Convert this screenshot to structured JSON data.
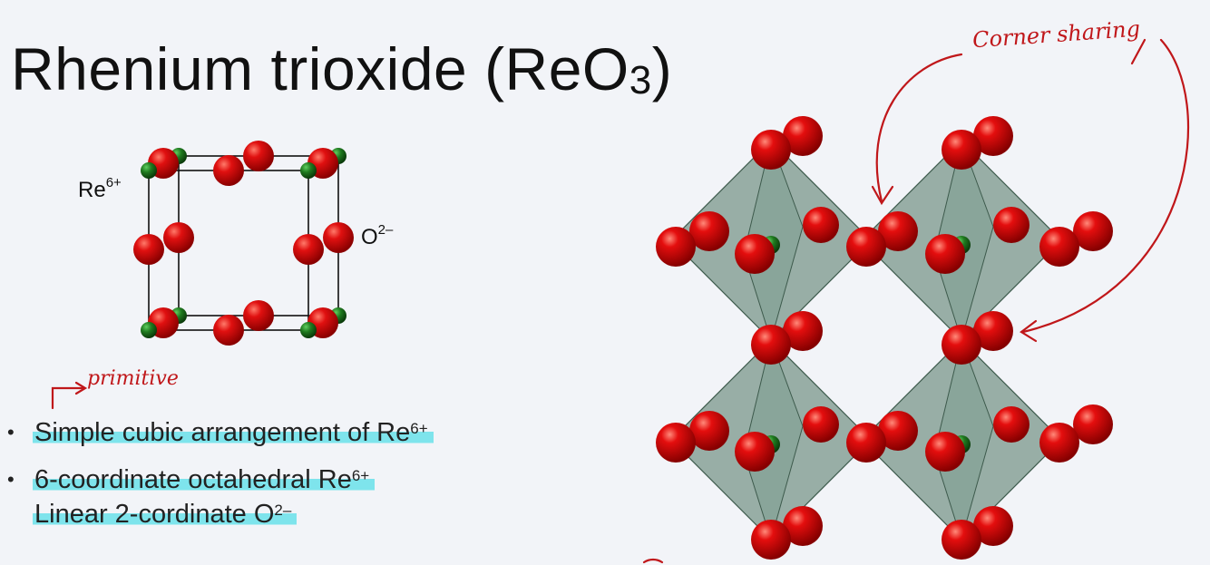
{
  "slide": {
    "title_main": "Rhenium trioxide (ReO",
    "title_sub": "3",
    "title_end": ")"
  },
  "unit_cell": {
    "re_label": "Re",
    "re_charge": "6+",
    "o_label": "O",
    "o_charge": "2–"
  },
  "annotations": {
    "primitive": "primitive",
    "corner_sharing": "Corner sharing"
  },
  "bullets": [
    {
      "text": "Simple cubic arrangement of Re",
      "sup": "6+"
    },
    {
      "text": "6-coordinate octahedral Re",
      "sup": "6+",
      "line2": "Linear 2-cordinate O",
      "line2_sup": "2–"
    }
  ],
  "colors": {
    "oxygen": "#d40f0f",
    "rhenium": "#1f7a1f",
    "octahedron": "#4f7562",
    "annotation": "#c0171a",
    "highlight": "#7ee4ec"
  }
}
